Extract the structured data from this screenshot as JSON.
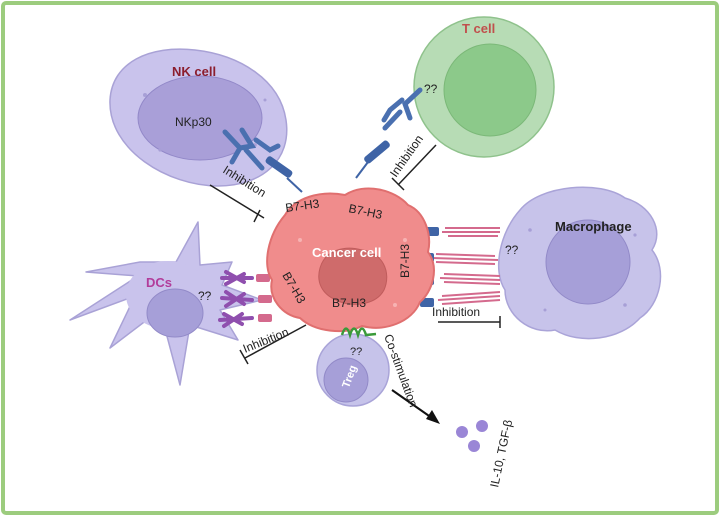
{
  "colors": {
    "border": "#9ccc7e",
    "cancer": "#f08c8c",
    "cancer_nucleus": "#cf6b6b",
    "nk_cell": "#c9c3ec",
    "t_cell": "#b7dcb5",
    "t_nucleus": "#8cc98a",
    "macrophage": "#c7c3ea",
    "dc": "#c9c3ec",
    "treg": "#c6c3ea",
    "cytokine": "#9a86d6",
    "antibody": "#4a70b0",
    "receptor_purple": "#8f4fae",
    "receptor_pink": "#d46a8d",
    "costim": "#3a9a3a"
  },
  "cells": {
    "nk": "NK cell",
    "t": "T cell",
    "cancer": "Cancer cell",
    "macrophage": "Macrophage",
    "dc": "DCs",
    "treg": "Treg"
  },
  "labels": {
    "nkp30": "NKp30",
    "b7h3_1": "B7-H3",
    "b7h3_2": "B7-H3",
    "b7h3_3": "B7-H3",
    "b7h3_4": "B7-H3",
    "b7h3_5": "B7-H3",
    "unknown_t": "??",
    "unknown_mac": "??",
    "unknown_dc": "??",
    "unknown_treg": "??",
    "inhibition_nk": "Inhibition",
    "inhibition_t": "Inhibition",
    "inhibition_mac": "Inhibition",
    "inhibition_dc": "Inhibition",
    "costimulation": "Co-stimulation",
    "cytokines": "IL-10, TGF-β"
  }
}
